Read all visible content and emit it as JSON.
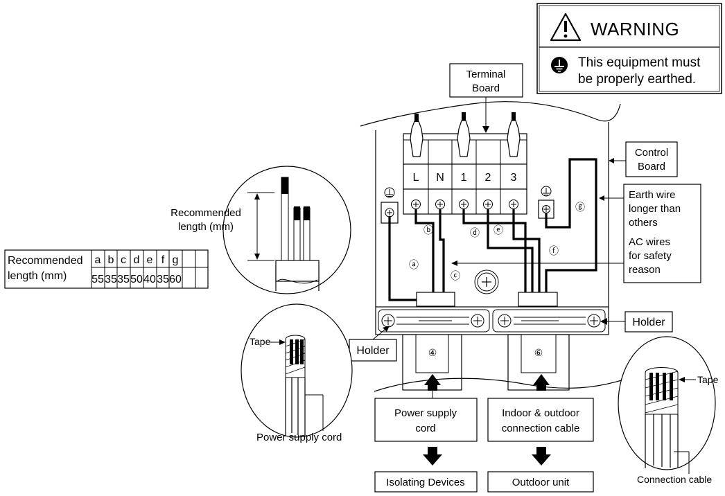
{
  "warning": {
    "title": "WARNING",
    "line1": "This equipment must",
    "line2": "be properly earthed."
  },
  "labels": {
    "terminal_board": [
      "Terminal",
      "Board"
    ],
    "control_board": [
      "Control",
      "Board"
    ],
    "earth_note": [
      "Earth wire",
      "longer than",
      "others",
      "AC wires",
      "for safety",
      "reason"
    ],
    "holder_right": "Holder",
    "holder_left": "Holder",
    "power_supply_box": [
      "Power supply",
      "cord"
    ],
    "connection_box": [
      "Indoor & outdoor",
      "connection cable"
    ],
    "isolating_devices": "Isolating Devices",
    "outdoor_unit": "Outdoor unit",
    "recommended_length_detail": [
      "Recommended",
      "length (mm)"
    ],
    "tape_left": "Tape",
    "tape_right": "Tape",
    "power_supply_cord": "Power supply cord",
    "connection_cable": "Connection cable"
  },
  "terminals": [
    "L",
    "N",
    "1",
    "2",
    "3"
  ],
  "wire_letters": [
    "ⓐ",
    "ⓑ",
    "ⓒ",
    "ⓓ",
    "ⓔ",
    "ⓕ",
    "ⓖ"
  ],
  "cord_numbers": {
    "power": "④",
    "connection": "⑥"
  },
  "length_table": {
    "header": [
      "Recommended",
      "length (mm)"
    ],
    "columns": [
      "a",
      "b",
      "c",
      "d",
      "e",
      "f",
      "g"
    ],
    "values": [
      "55",
      "35",
      "35",
      "50",
      "40",
      "35",
      "60"
    ]
  }
}
